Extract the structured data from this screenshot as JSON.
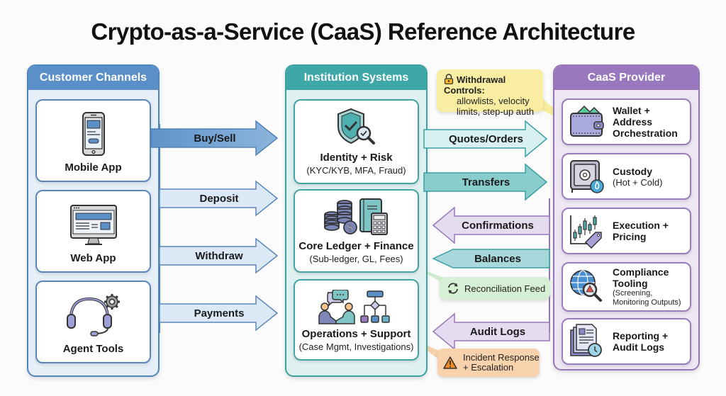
{
  "title": "Crypto-as-a-Service (CaaS) Reference Architecture",
  "columns": {
    "customer": {
      "header": "Customer Channels",
      "cards": [
        {
          "label": "Mobile App",
          "icon": "mobile-phone-icon"
        },
        {
          "label": "Web App",
          "icon": "desktop-monitor-icon"
        },
        {
          "label": "Agent Tools",
          "icon": "headset-gear-icon"
        }
      ]
    },
    "institution": {
      "header": "Institution Systems",
      "cards": [
        {
          "label": "Identity + Risk",
          "sub": "(KYC/KYB, MFA, Fraud)",
          "icon": "shield-check-magnifier-icon"
        },
        {
          "label": "Core Ledger + Finance",
          "sub": "(Sub-ledger, GL, Fees)",
          "icon": "coins-ledger-calculator-icon"
        },
        {
          "label": "Operations + Support",
          "sub": "(Case Mgmt, Investigations)",
          "icon": "people-flowchart-icon"
        }
      ]
    },
    "caas": {
      "header": "CaaS Provider",
      "cards": [
        {
          "label": "Wallet + Address",
          "label2": "Orchestration",
          "icon": "wallet-icon"
        },
        {
          "label": "Custody",
          "sub": "(Hot + Cold)",
          "icon": "safe-icon"
        },
        {
          "label": "Execution +",
          "label2": "Pricing",
          "icon": "candlestick-tag-icon"
        },
        {
          "label": "Compliance",
          "label2": "Tooling",
          "sub": "(Screening,",
          "sub2": "Monitoring Outputs)",
          "icon": "globe-alert-magnifier-icon"
        },
        {
          "label": "Reporting +",
          "label2": "Audit Logs",
          "icon": "documents-clock-icon"
        }
      ]
    }
  },
  "flows_left": [
    {
      "label": "Buy/Sell",
      "direction": "right"
    },
    {
      "label": "Deposit",
      "direction": "right"
    },
    {
      "label": "Withdraw",
      "direction": "right"
    },
    {
      "label": "Payments",
      "direction": "right"
    }
  ],
  "flows_right": [
    {
      "label": "Quotes/Orders",
      "direction": "right"
    },
    {
      "label": "Transfers",
      "direction": "right"
    },
    {
      "label": "Confirmations",
      "direction": "left"
    },
    {
      "label": "Balances",
      "direction": "left"
    },
    {
      "label": "Audit Logs",
      "direction": "left"
    }
  ],
  "callouts": {
    "withdrawal": {
      "title": "Withdrawal Controls:",
      "line1": "allowlists, velocity",
      "line2": "limits, step-up auth",
      "icon": "lock-icon"
    },
    "reconciliation": {
      "text": "Reconciliation Feed",
      "icon": "refresh-icon"
    },
    "incident": {
      "line1": "Incident Response",
      "line2": "+ Escalation",
      "icon": "warning-icon"
    }
  },
  "colors": {
    "customer": "#5b8fc7",
    "institution": "#3ea8a8",
    "caas": "#9a78bd",
    "withdrawal_callout": "#f8eda0",
    "recon_callout": "#d6f0d6",
    "incident_callout": "#f8d2ad"
  }
}
